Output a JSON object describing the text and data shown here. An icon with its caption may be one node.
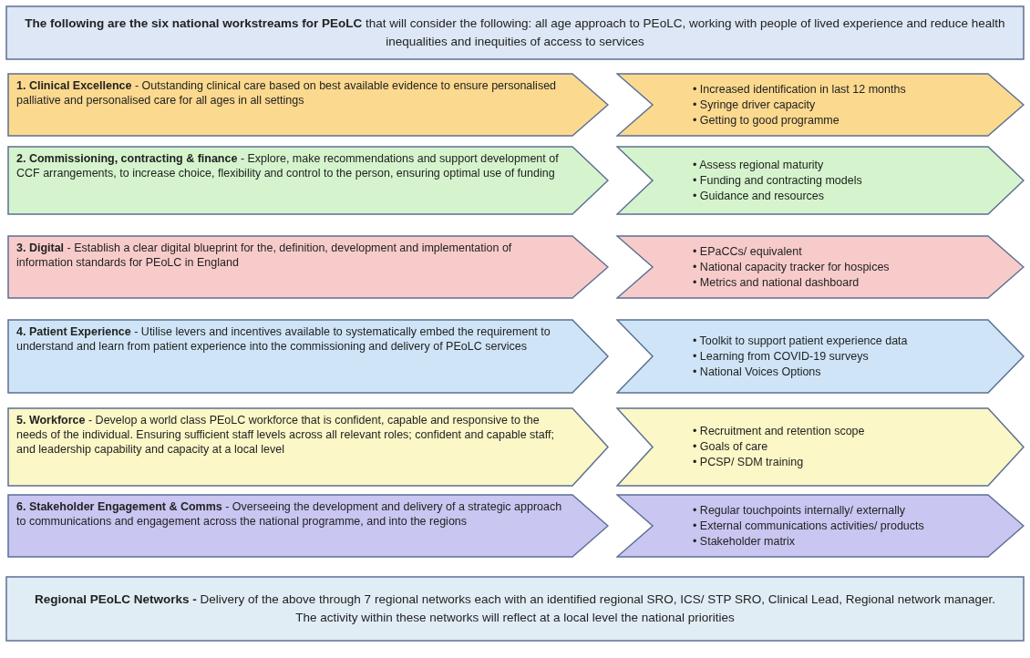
{
  "diagram": {
    "nodes": [
      {
        "text": [
          "**The following are the six national workstreams for PEoLC** that will consider the following: all age approach to PEoLC, working with people of lived experience and reduce health inequalities and inequities of access to services"
        ]
      },
      {
        "text": [
          "**1. Clinical Excellence** - Outstanding clinical care based on best available evidence to ensure personalised palliative and personalised care for all ages in all settings"
        ]
      },
      {
        "text": [
          "• Increased identification in last 12 months",
          "• Syringe driver capacity",
          "• Getting to good programme"
        ]
      },
      {
        "text": [
          "**2. Commissioning, contracting & finance** - Explore, make recommendations and support development of CCF arrangements, to increase choice, flexibility and control to the person, ensuring optimal use of funding"
        ]
      },
      {
        "text": [
          "• Assess regional maturity",
          "• Funding and contracting models",
          "• Guidance and resources"
        ]
      },
      {
        "text": [
          "**3. Digital** - Establish a clear digital blueprint for the, definition, development and implementation of information standards for PEoLC in England"
        ]
      },
      {
        "text": [
          "• EPaCCs/ equivalent",
          "• National capacity tracker for hospices",
          "• Metrics and national dashboard"
        ]
      },
      {
        "text": [
          "**4. Patient Experience** - Utilise levers and incentives available to systematically embed the requirement to understand and learn from patient experience into the commissioning and delivery of PEoLC services"
        ]
      },
      {
        "text": [
          "• Toolkit to support patient experience data",
          "• Learning from COVID-19 surveys",
          "• National Voices Options"
        ]
      },
      {
        "text": [
          "**5. Workforce** - Develop a world class PEoLC workforce that is confident, capable and responsive to the needs of the individual. Ensuring sufficient staff levels across all relevant roles; confident and capable staff; and leadership capability and capacity at a local level"
        ]
      },
      {
        "text": [
          "• Recruitment and retention scope",
          "• Goals of care",
          "• PCSP/ SDM training"
        ]
      },
      {
        "text": [
          "**6. Stakeholder Engagement & Comms** - Overseeing the development and delivery of a strategic approach to communications and engagement across the national programme, and into the regions"
        ]
      },
      {
        "text": [
          "• Regular touchpoints internally/ externally",
          "• External communications activities/ products",
          "• Stakeholder matrix"
        ]
      },
      {
        "text": [
          "**Regional PEoLC Networks -** Delivery of the above through 7 regional networks each with an identified regional SRO, ICS/ STP SRO, Clinical Lead, Regional network manager. The activity within these networks will reflect at a local level the national priorities"
        ]
      }
    ]
  }
}
